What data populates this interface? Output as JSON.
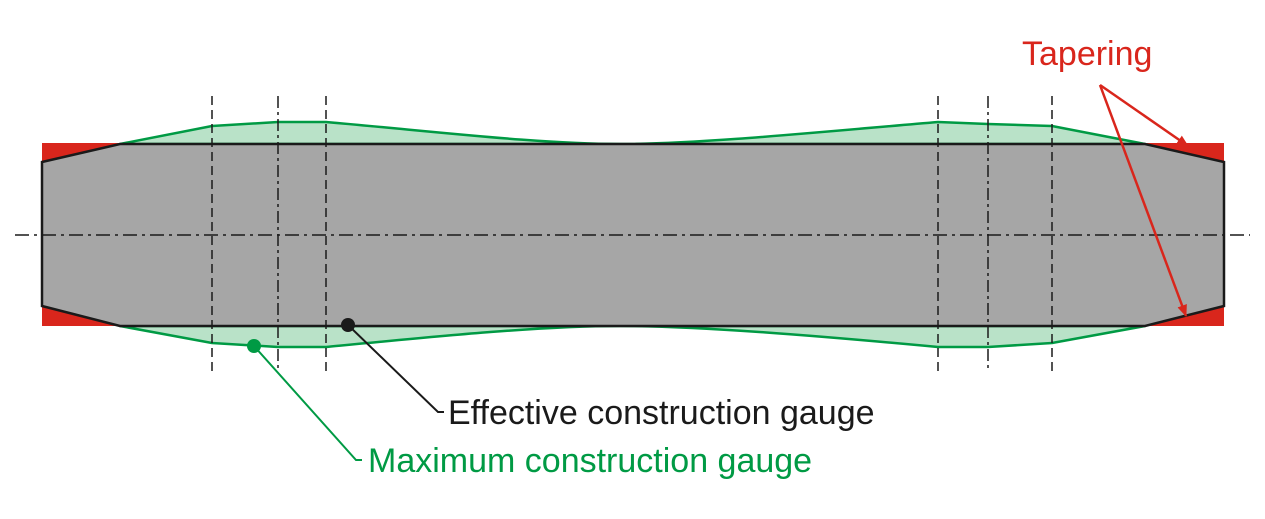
{
  "labels": {
    "tapering": "Tapering",
    "effective": "Effective construction gauge",
    "maximum": "Maximum construction gauge"
  },
  "colors": {
    "tapering": "#d9261c",
    "effective": "#1a1a1a",
    "maximum": "#009a44",
    "maximum_fill": "#b9e2c8",
    "body_fill": "#a6a6a6"
  }
}
